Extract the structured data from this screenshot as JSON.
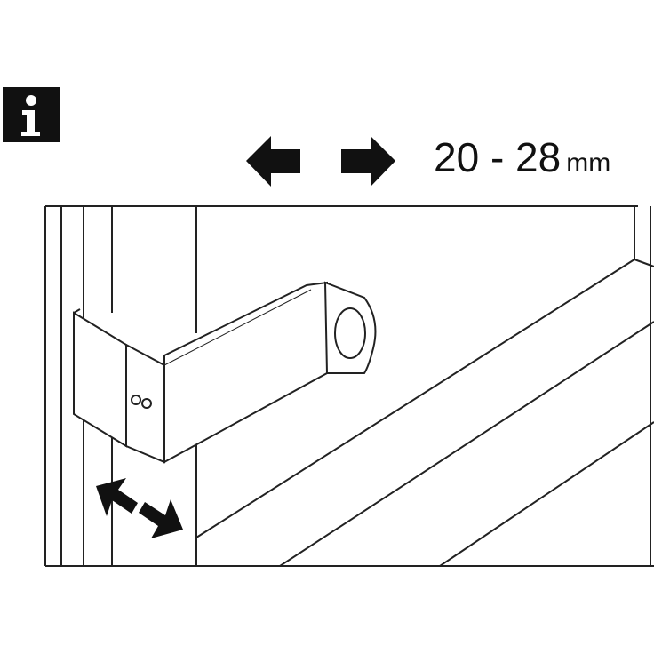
{
  "info_badge": {
    "glyph": "i",
    "icon": "info-icon"
  },
  "dimension": {
    "value": "20 - 28",
    "unit": "mm",
    "arrows": [
      "arrow-left-icon",
      "arrow-right-icon"
    ]
  },
  "illustration": {
    "subject": "mounting bracket on window frame",
    "adjust_arrow": "double-arrow-diagonal-icon"
  },
  "colors": {
    "ink": "#111111",
    "background": "#ffffff"
  }
}
